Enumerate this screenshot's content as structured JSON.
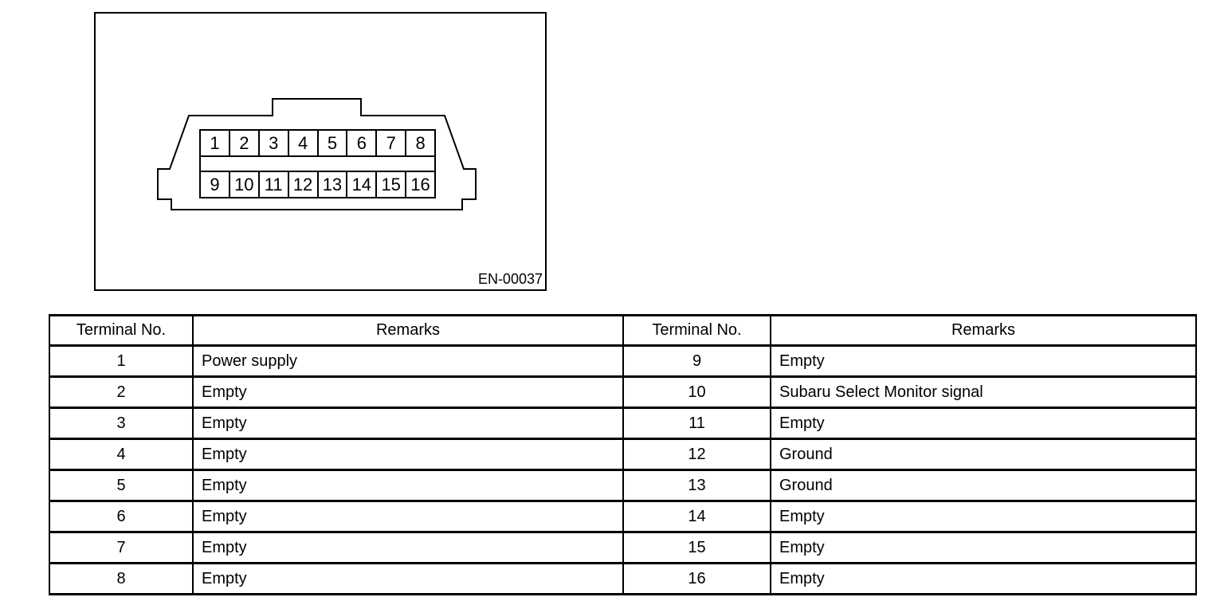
{
  "figure": {
    "code_label": "EN-00037",
    "connector": {
      "pins_top": [
        "1",
        "2",
        "3",
        "4",
        "5",
        "6",
        "7",
        "8"
      ],
      "pins_bottom": [
        "9",
        "10",
        "11",
        "12",
        "13",
        "14",
        "15",
        "16"
      ]
    }
  },
  "table": {
    "headers": [
      "Terminal No.",
      "Remarks",
      "Terminal No.",
      "Remarks"
    ],
    "rows": [
      [
        "1",
        "Power supply",
        "9",
        "Empty"
      ],
      [
        "2",
        "Empty",
        "10",
        "Subaru Select Monitor signal"
      ],
      [
        "3",
        "Empty",
        "11",
        "Empty"
      ],
      [
        "4",
        "Empty",
        "12",
        "Ground"
      ],
      [
        "5",
        "Empty",
        "13",
        "Ground"
      ],
      [
        "6",
        "Empty",
        "14",
        "Empty"
      ],
      [
        "7",
        "Empty",
        "15",
        "Empty"
      ],
      [
        "8",
        "Empty",
        "16",
        "Empty"
      ]
    ]
  },
  "colors": {
    "line": "#000000",
    "background": "#ffffff",
    "text": "#000000"
  }
}
